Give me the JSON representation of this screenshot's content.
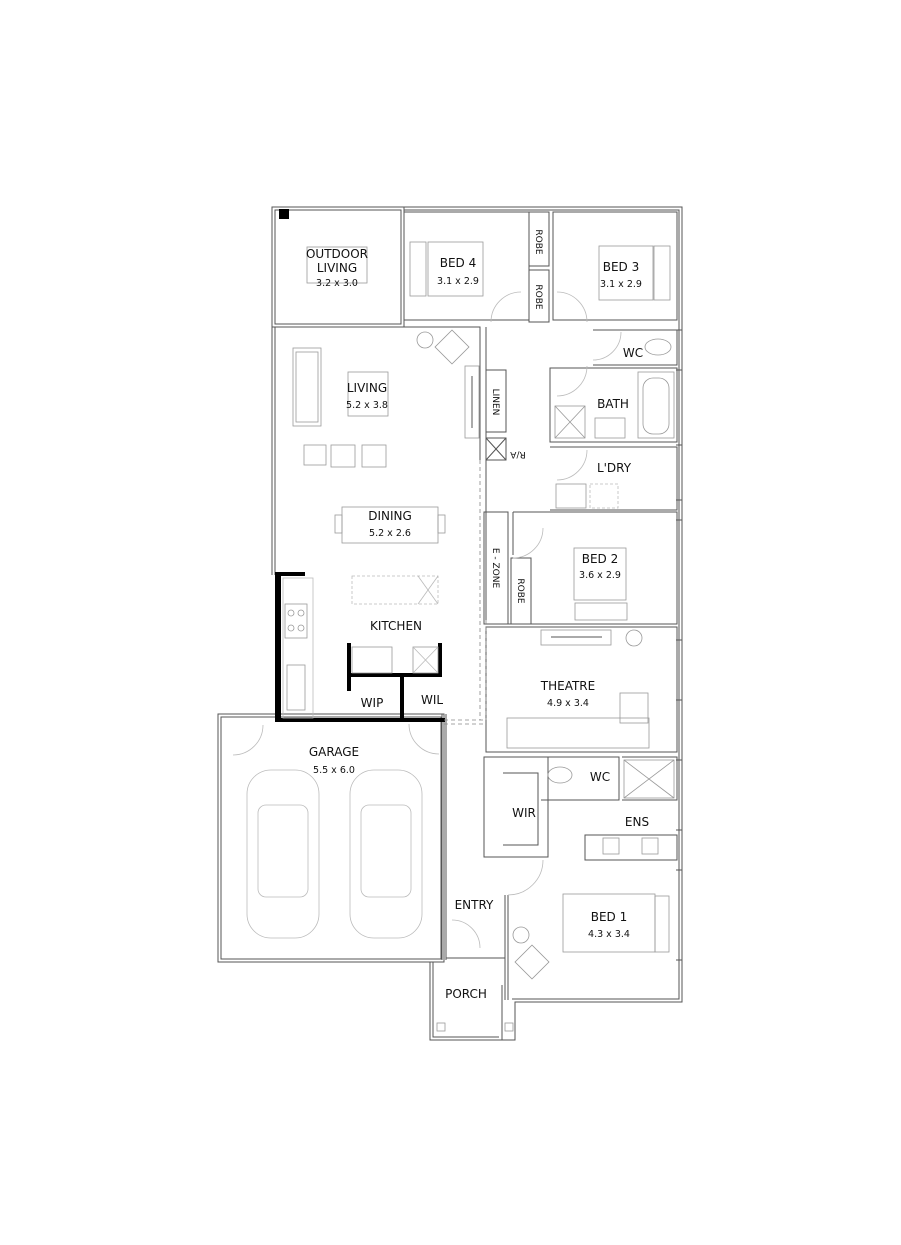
{
  "plan": {
    "rooms": {
      "outdoor_living": {
        "name_line1": "OUTDOOR",
        "name_line2": "LIVING",
        "size": "3.2 x 3.0"
      },
      "bed4": {
        "name": "BED 4",
        "size": "3.1 x 2.9"
      },
      "bed3": {
        "name": "BED 3",
        "size": "3.1 x 2.9"
      },
      "robe_upper": {
        "name": "ROBE"
      },
      "robe_lower": {
        "name": "ROBE"
      },
      "living": {
        "name": "LIVING",
        "size": "5.2 x 3.8"
      },
      "linen": {
        "name": "LINEN"
      },
      "ra": {
        "name": "R/A"
      },
      "wc_upper": {
        "name": "WC"
      },
      "bath": {
        "name": "BATH"
      },
      "laundry": {
        "name": "L'DRY"
      },
      "dining": {
        "name": "DINING",
        "size": "5.2 x 2.6"
      },
      "ezone": {
        "name": "E - ZONE"
      },
      "robe_bed2": {
        "name": "ROBE"
      },
      "bed2": {
        "name": "BED 2",
        "size": "3.6 x 2.9"
      },
      "kitchen": {
        "name": "KITCHEN"
      },
      "wip": {
        "name": "WIP"
      },
      "wil": {
        "name": "WIL"
      },
      "theatre": {
        "name": "THEATRE",
        "size": "4.9 x 3.4"
      },
      "garage": {
        "name": "GARAGE",
        "size": "5.5 x 6.0"
      },
      "wir": {
        "name": "WIR"
      },
      "wc_ensuite": {
        "name": "WC"
      },
      "ens": {
        "name": "ENS"
      },
      "entry": {
        "name": "ENTRY"
      },
      "bed1": {
        "name": "BED 1",
        "size": "4.3 x 3.4"
      },
      "porch": {
        "name": "PORCH"
      }
    }
  }
}
